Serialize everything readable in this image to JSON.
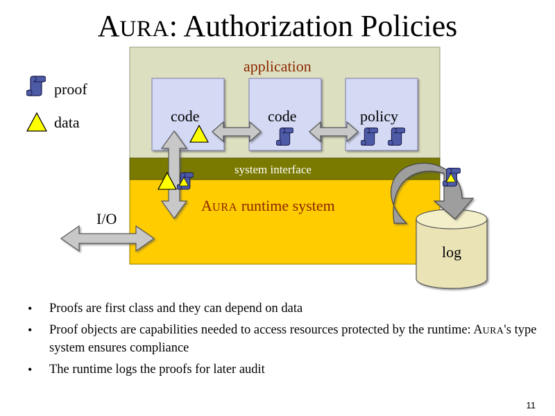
{
  "title": {
    "main": "A",
    "smallcaps": "URA",
    "rest": ": Authorization Policies"
  },
  "legend": {
    "proof_label": "proof",
    "data_label": "data"
  },
  "diagram": {
    "application_label": "application",
    "code_label_1": "code",
    "code_label_2": "code",
    "policy_label": "policy",
    "system_interface_label": "system interface",
    "runtime_label": {
      "main": "A",
      "smallcaps": "URA",
      "rest": " runtime system"
    },
    "io_label": "I/O",
    "log_label": "log",
    "colors": {
      "application": "#dde0c0",
      "module": "#d4d9f4",
      "system_interface": "#7a7a00",
      "runtime": "#ffcc00",
      "proof_icon": "#4d5aa6",
      "data_icon": "#ffff00",
      "log": "#eae3b6",
      "arrow": "#c8c8c8",
      "application_text": "#8b2500"
    }
  },
  "bullets": [
    {
      "text": "Proofs are first class and they can depend on data"
    },
    {
      "pre": "Proof objects are capabilities needed to access resources protected by the runtime: A",
      "sc": "URA",
      "post": "'s type system ensures compliance"
    },
    {
      "text": "The runtime logs the proofs for later audit"
    }
  ],
  "slide_number": "11"
}
